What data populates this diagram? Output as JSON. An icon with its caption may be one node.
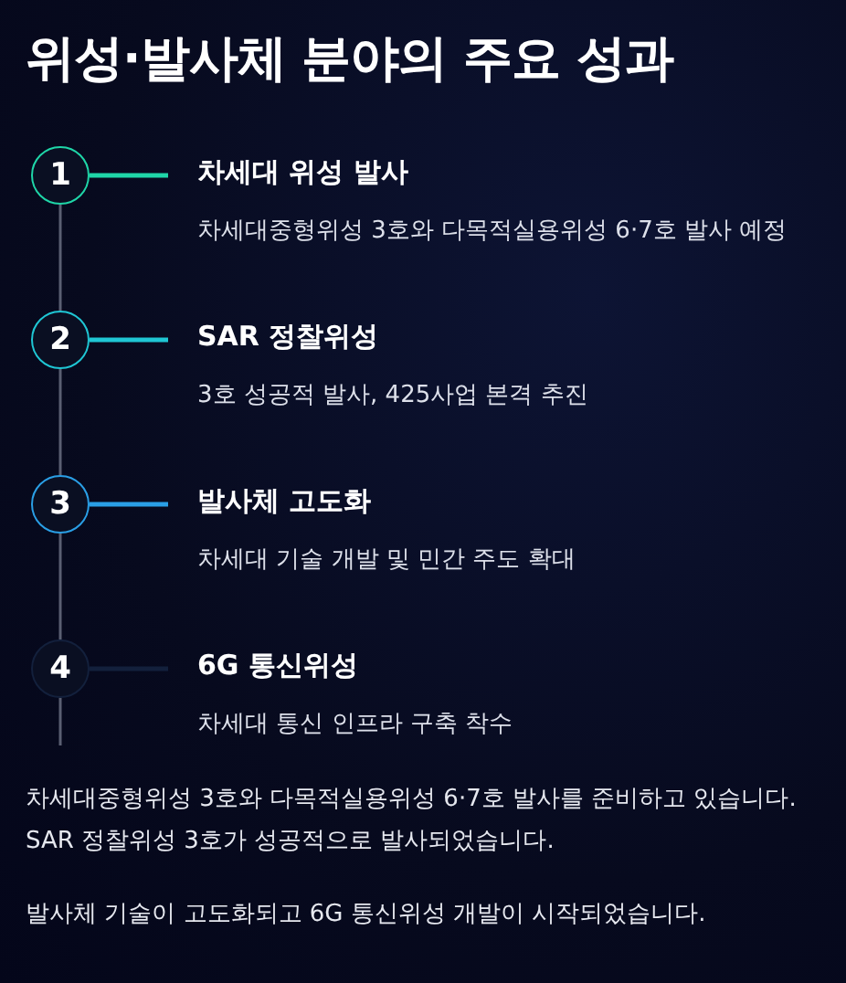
{
  "diagram": {
    "title": "위성·발사체 분야의 주요 성과",
    "nodes": [
      {
        "text": [
          "1"
        ]
      },
      {
        "text": [
          "차세대 위성 발사"
        ],
        "beside": [
          "차세대중형위성 3호와 다목적실용위성 6·7호 발사 예정"
        ]
      },
      {
        "text": [
          "2"
        ]
      },
      {
        "text": [
          "SAR 정찰위성"
        ],
        "beside": [
          "3호 성공적 발사, 425사업 본격 추진"
        ]
      },
      {
        "text": [
          "3"
        ]
      },
      {
        "text": [
          "발사체 고도화"
        ],
        "beside": [
          "차세대 기술 개발 및 민간 주도 확대"
        ]
      },
      {
        "text": [
          "4"
        ]
      },
      {
        "text": [
          "6G 통신위성"
        ],
        "beside": [
          "차세대 통신 인프라 구축 착수"
        ]
      }
    ],
    "edges": [
      {
        "from": 0,
        "to": 1,
        "arrow": "none",
        "color": "#1fd6a8"
      },
      {
        "from": 2,
        "to": 3,
        "arrow": "none",
        "color": "#1fc6d4"
      },
      {
        "from": 4,
        "to": 5,
        "arrow": "none",
        "color": "#2a9fe6"
      },
      {
        "from": 6,
        "to": 7,
        "arrow": "none",
        "color": "#13203c"
      },
      {
        "from": 0,
        "to": 2,
        "arrow": "none",
        "color": "#5a5f72"
      },
      {
        "from": 2,
        "to": 4,
        "arrow": "none",
        "color": "#5a5f72"
      },
      {
        "from": 4,
        "to": 6,
        "arrow": "none",
        "color": "#5a5f72"
      },
      {
        "from": 6,
        "to": null,
        "arrow": "none",
        "color": "#5a5f72"
      }
    ],
    "labels": [
      "차세대중형위성 3호와 다목적실용위성 6·7호 발사를 준비하고 있습니다.",
      "SAR 정찰위성 3호가 성공적으로 발사되었습니다.",
      "발사체 기술이 고도화되고 6G 통신위성 개발이 시작되었습니다."
    ]
  }
}
